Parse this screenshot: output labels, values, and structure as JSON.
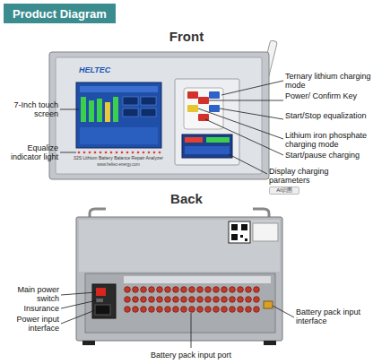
{
  "diagram": {
    "title": "Product Diagram",
    "labels": [
      "HELTEC",
      "32S Lithium Battery Balance Repair Analyzer",
      "www.heltec-energy.com",
      "7-Inch touch screen",
      "Equalize indicator light",
      "Ternary lithium charging mode",
      "Power/ Confirm Key",
      "Start/Stop equalization",
      "Lithium iron phosphate charging mode",
      "Start/pause charging",
      "Display charging parameters",
      "AI识图",
      "Front",
      "Back",
      "Main power switch",
      "Insurance",
      "Power input interface",
      "Battery pack input interface",
      "Battery pack input port"
    ]
  }
}
